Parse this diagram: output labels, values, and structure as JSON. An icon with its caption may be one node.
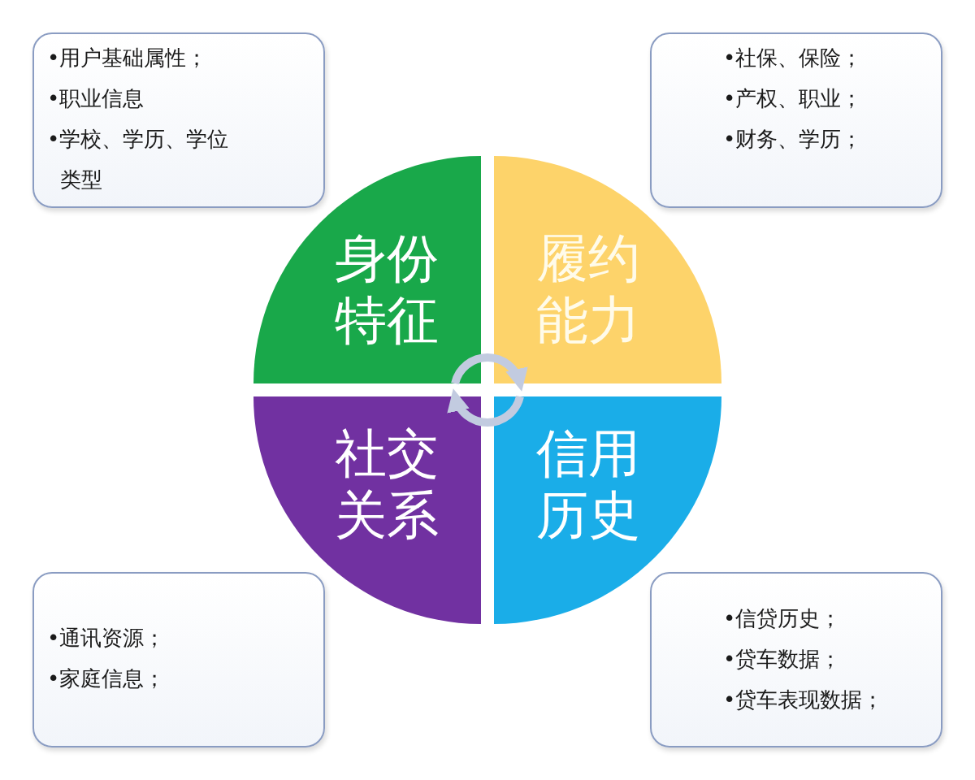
{
  "diagram": {
    "nodes": [
      {
        "text": [
          "•用户基础属性；",
          "•职业信息",
          "•学校、学历、学位类型"
        ]
      },
      {
        "text": [
          "•社保、保险；",
          "•产权、职业；",
          "•财务、学历；"
        ]
      },
      {
        "text": [
          "身份特征"
        ]
      },
      {
        "text": [
          "履约能力"
        ]
      },
      {
        "text": [
          "社交关系"
        ]
      },
      {
        "text": [
          "信用历史"
        ]
      },
      {
        "text": [
          "•通讯资源；",
          "•家庭信息；"
        ]
      },
      {
        "text": [
          "•信贷历史；",
          "•贷车数据；",
          "•贷车表现数据；"
        ]
      }
    ],
    "edges": [
      {
        "from": 2,
        "to": 3,
        "arrow": "to"
      },
      {
        "from": 5,
        "to": 4,
        "arrow": "to"
      }
    ]
  }
}
